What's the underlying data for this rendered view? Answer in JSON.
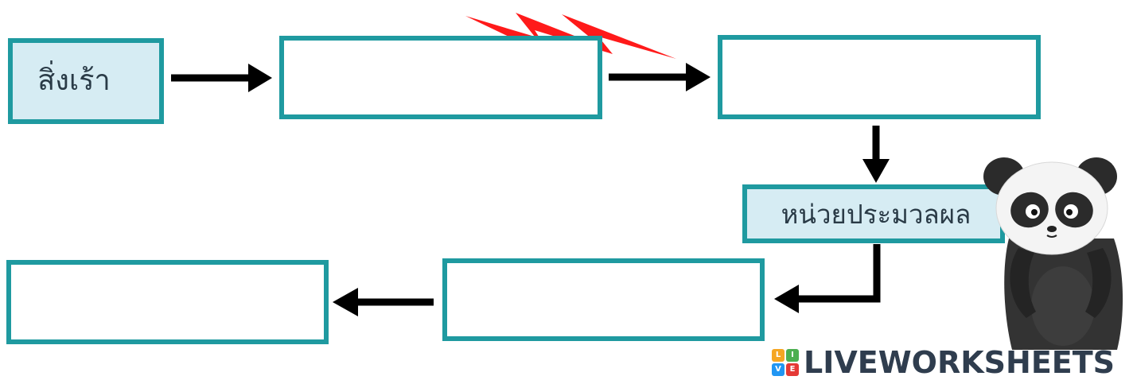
{
  "diagram": {
    "stimulus_label": "สิ่งเร้า",
    "processing_label": "หน่วยประมวลผล"
  },
  "watermark": {
    "text": "LIVEWORKSHEETS",
    "logo_letters": [
      "L",
      "I",
      "V",
      "E"
    ]
  },
  "colors": {
    "box_border": "#1f9aa0",
    "box_fill": "#d6ecf3",
    "arrow": "#000000",
    "lightning": "#ff1a1a"
  }
}
